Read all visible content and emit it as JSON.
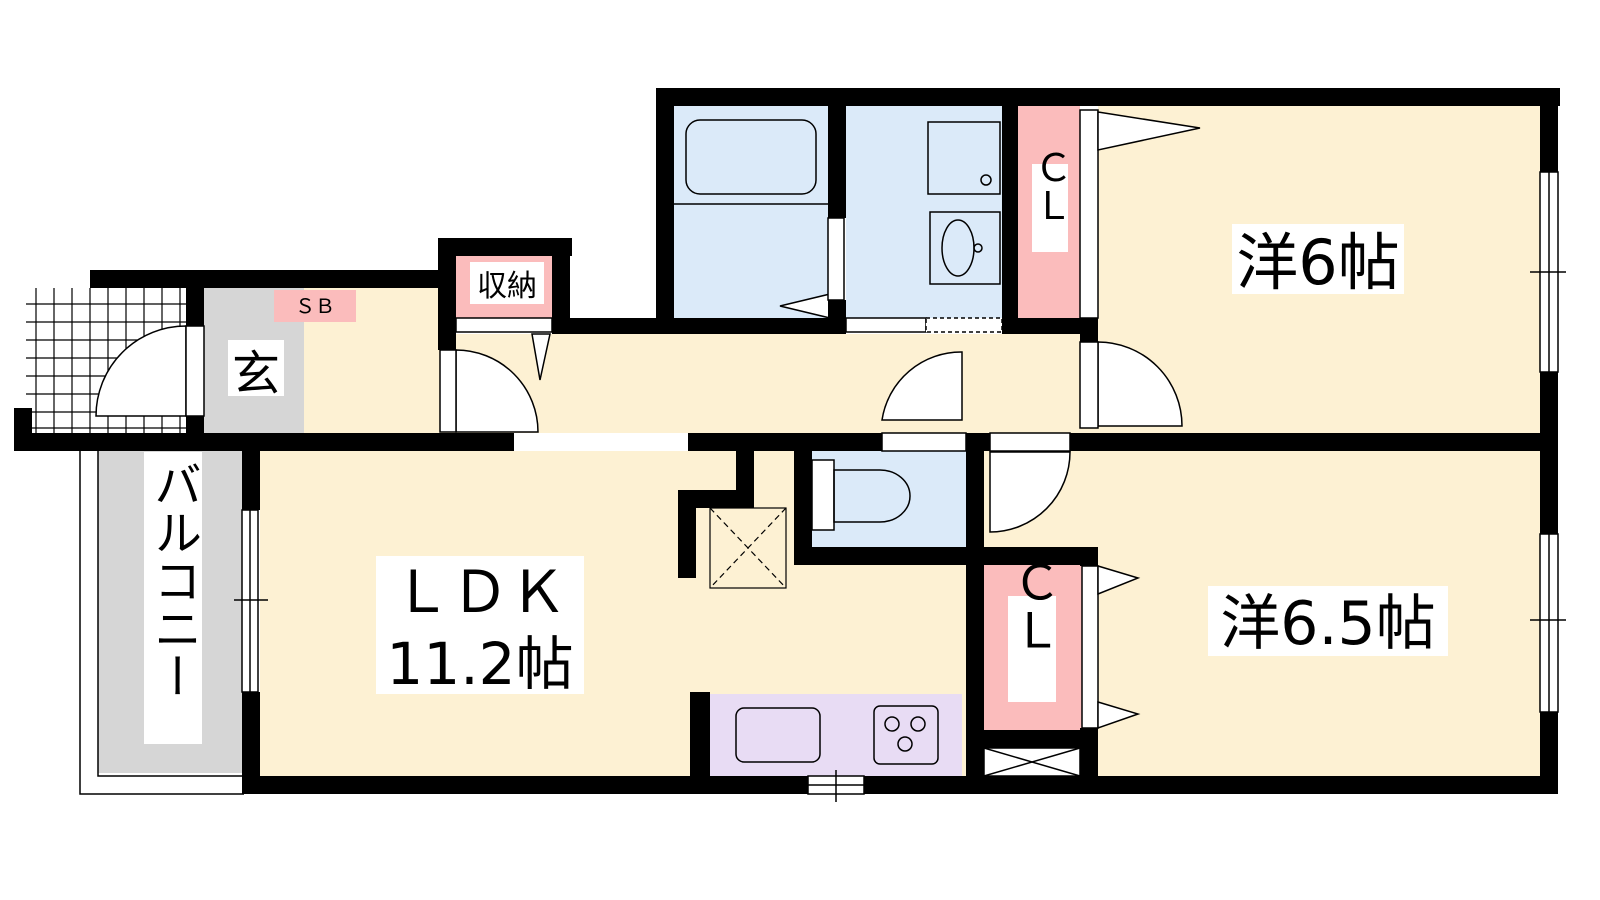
{
  "floor_plan": {
    "rooms": {
      "ldk": {
        "name": "ＬＤＫ",
        "size": "11.2帖"
      },
      "western_room_1": {
        "name": "洋6帖"
      },
      "western_room_2": {
        "name": "洋6.5帖"
      },
      "entrance": {
        "name": "玄"
      },
      "storage": {
        "name": "収納"
      },
      "shoe_box": {
        "name": "ＳＢ"
      },
      "closet_1": {
        "name": "ＣＬ"
      },
      "closet_2": {
        "name": "ＣＬ"
      },
      "balcony": {
        "name": "バルコニー"
      }
    },
    "colors": {
      "room": "#fdf1d3",
      "wet_area": "#dbeaf9",
      "closet": "#fbbcbc",
      "kitchen": "#e8dcf4",
      "balcony": "#d6d6d6",
      "wall": "#000000"
    }
  }
}
